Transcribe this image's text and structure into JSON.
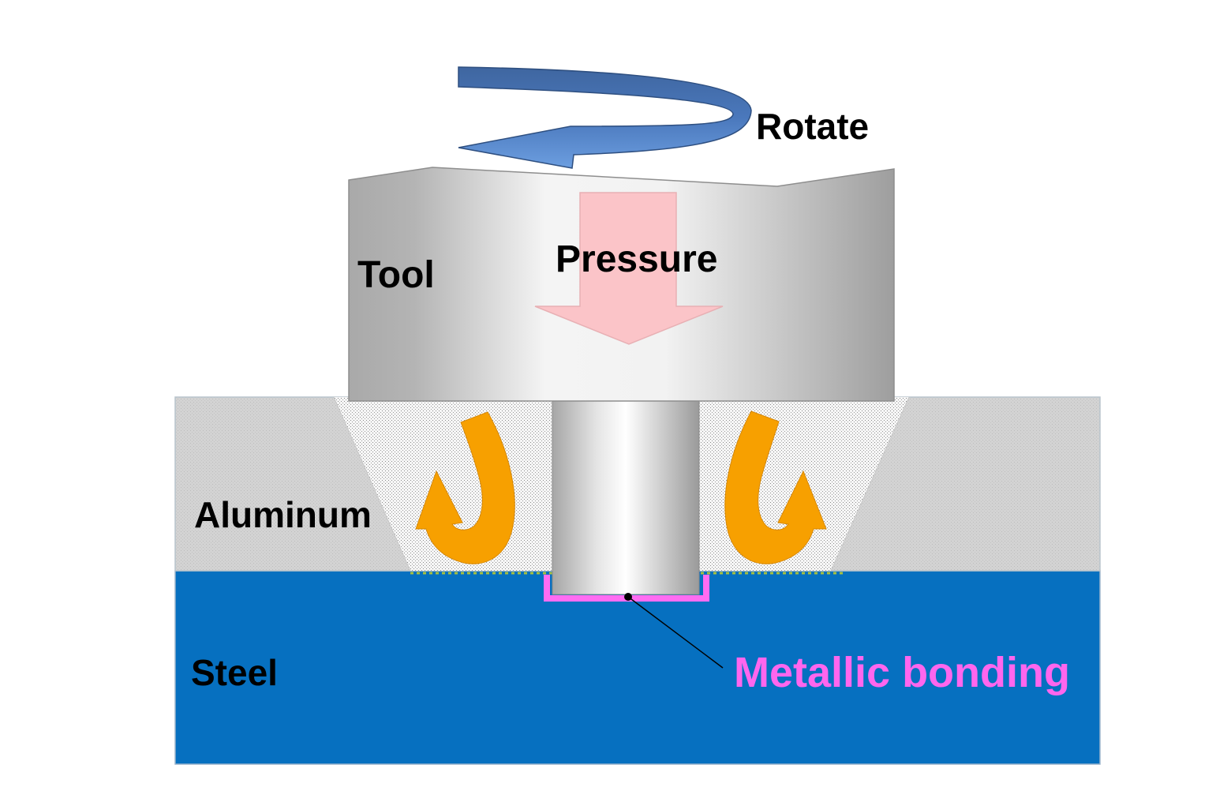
{
  "labels": {
    "rotate": "Rotate",
    "pressure": "Pressure",
    "tool": "Tool",
    "aluminum": "Aluminum",
    "steel": "Steel",
    "metallic_bonding": "Metallic bonding"
  },
  "colors": {
    "steel": "#0670C0",
    "aluminum": "#D2D2D2",
    "tool": "#BDBDBD",
    "rotation_arrow": "#4C7CC0",
    "pressure_arrow": "#FBC4C8",
    "flow_arrows": "#F7A000",
    "bonding": "#FF6CF2",
    "bonding_label": "#FF66EE"
  }
}
